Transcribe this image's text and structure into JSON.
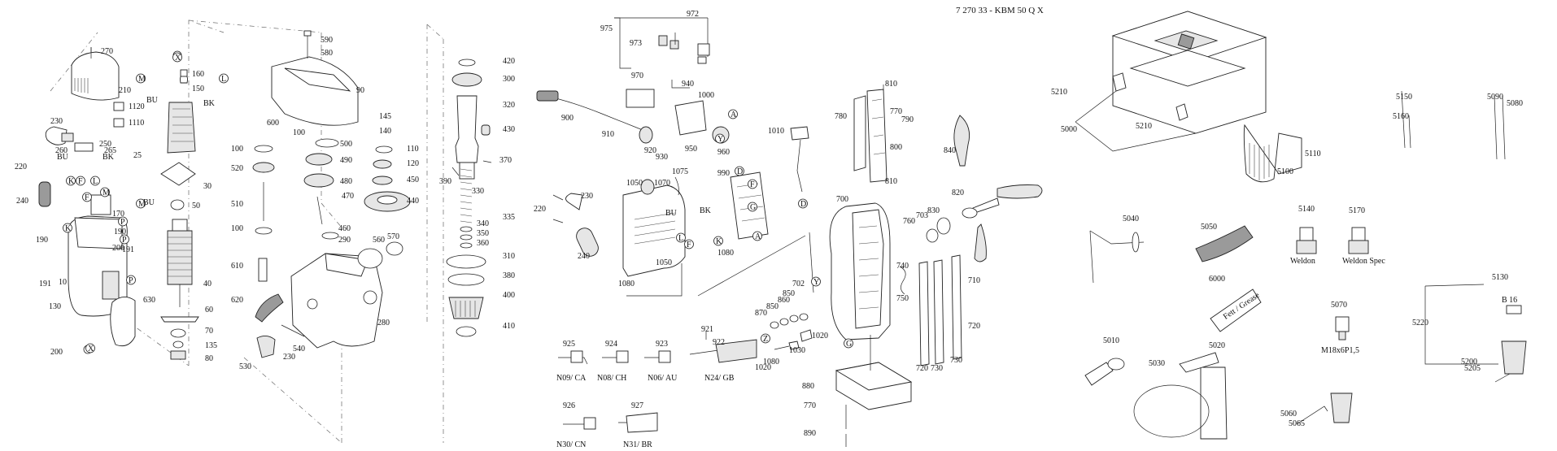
{
  "title": "7 270 33 - KBM 50 Q X",
  "part_numbers": {
    "motor": [
      "270",
      "210",
      "1120",
      "1110",
      "230",
      "250",
      "260",
      "265",
      "220",
      "240",
      "170",
      "190",
      "191",
      "10",
      "200",
      "130",
      "190",
      "191",
      "200",
      "630",
      "25",
      "30",
      "50",
      "40",
      "60",
      "70",
      "135",
      "80",
      "590",
      "580",
      "160",
      "150",
      "90",
      "145",
      "140",
      "600",
      "100",
      "500",
      "490",
      "480",
      "470",
      "460",
      "290",
      "100",
      "520",
      "510",
      "100",
      "610",
      "620",
      "530",
      "230",
      "540",
      "280",
      "560",
      "570",
      "110",
      "120",
      "450",
      "440"
    ],
    "spindle": [
      "420",
      "300",
      "320",
      "430",
      "370",
      "390",
      "330",
      "335",
      "340",
      "350",
      "360",
      "310",
      "380",
      "400",
      "410"
    ],
    "electrics": [
      "972",
      "975",
      "973",
      "970",
      "900",
      "910",
      "940",
      "1000",
      "920",
      "930",
      "950",
      "960",
      "1010",
      "1075",
      "990",
      "1050",
      "1070",
      "230",
      "220",
      "240",
      "1050",
      "1080",
      "1080"
    ],
    "stand": [
      "810",
      "780",
      "770",
      "790",
      "800",
      "810",
      "840",
      "830",
      "703",
      "820",
      "760",
      "700",
      "740",
      "750",
      "702",
      "870",
      "850",
      "860",
      "850",
      "1020",
      "1030",
      "1020",
      "1080",
      "880",
      "770",
      "890",
      "710",
      "720",
      "720",
      "730",
      "730"
    ],
    "cords": [
      "925",
      "924",
      "923",
      "921",
      "922",
      "926",
      "927"
    ],
    "accessories": [
      "5210",
      "5000",
      "5210",
      "5150",
      "5160",
      "5090",
      "5080",
      "5110",
      "5100",
      "5040",
      "5050",
      "5140",
      "5170",
      "6000",
      "5130",
      "5070",
      "5220",
      "5010",
      "5020",
      "5030",
      "5200",
      "5205",
      "5060",
      "5065"
    ]
  },
  "wire_labels": [
    "BU",
    "BK",
    "BU",
    "BK",
    "BU",
    "BK",
    "BU"
  ],
  "connector_letters": [
    "X",
    "M",
    "L",
    "K",
    "F",
    "L",
    "F",
    "M",
    "K",
    "P",
    "X",
    "P",
    "M",
    "P",
    "A",
    "Y",
    "D",
    "F",
    "G",
    "L",
    "F",
    "K",
    "A",
    "D",
    "Z",
    "G",
    "Y"
  ],
  "plug_labels": [
    "N09/ CA",
    "N08/ CH",
    "N06/ AU",
    "N24/ GB",
    "N30/ CN",
    "N31/ BR"
  ],
  "accessory_labels": [
    "Weldon",
    "Weldon Spec",
    "M18x6P1,5",
    "B 16"
  ],
  "tube_text": "Fett / Grease"
}
